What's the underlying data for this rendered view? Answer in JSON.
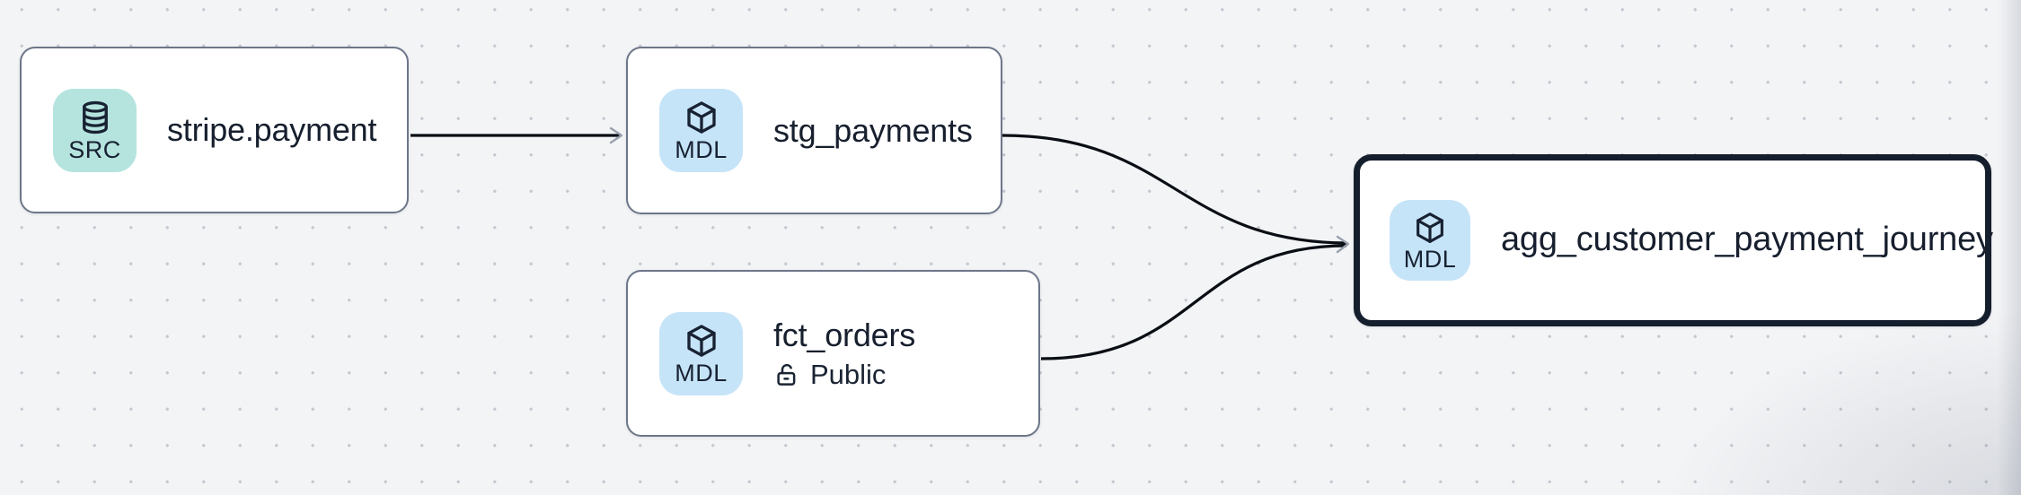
{
  "canvas": {
    "background_color": "#f3f4f6",
    "dot_color": "#c6c9d1",
    "edge_color": "#0a0e15",
    "arrowhead_color": "#99a1ad",
    "node_border_color": "#6d7689",
    "selected_border_color": "#151e2d",
    "text_color": "#171f2e",
    "src_badge_color": "#b5e4de",
    "mdl_badge_color": "#c6e4f8"
  },
  "nodes": [
    {
      "id": "stripe.payment",
      "title": "stripe.payment",
      "badge": {
        "label": "SRC",
        "icon": "database-icon",
        "color": "#b5e4de"
      },
      "selected": false
    },
    {
      "id": "stg_payments",
      "title": "stg_payments",
      "badge": {
        "label": "MDL",
        "icon": "cube-icon",
        "color": "#c6e4f8"
      },
      "selected": false
    },
    {
      "id": "fct_orders",
      "title": "fct_orders",
      "badge": {
        "label": "MDL",
        "icon": "cube-icon",
        "color": "#c6e4f8"
      },
      "access": {
        "label": "Public",
        "icon": "unlock-icon"
      },
      "selected": false
    },
    {
      "id": "agg_customer_payment_journey",
      "title": "agg_customer_payment_journey",
      "badge": {
        "label": "MDL",
        "icon": "cube-icon",
        "color": "#c6e4f8"
      },
      "selected": true
    }
  ],
  "edges": [
    {
      "from": "stripe.payment",
      "to": "stg_payments"
    },
    {
      "from": "stg_payments",
      "to": "agg_customer_payment_journey"
    },
    {
      "from": "fct_orders",
      "to": "agg_customer_payment_journey"
    }
  ]
}
